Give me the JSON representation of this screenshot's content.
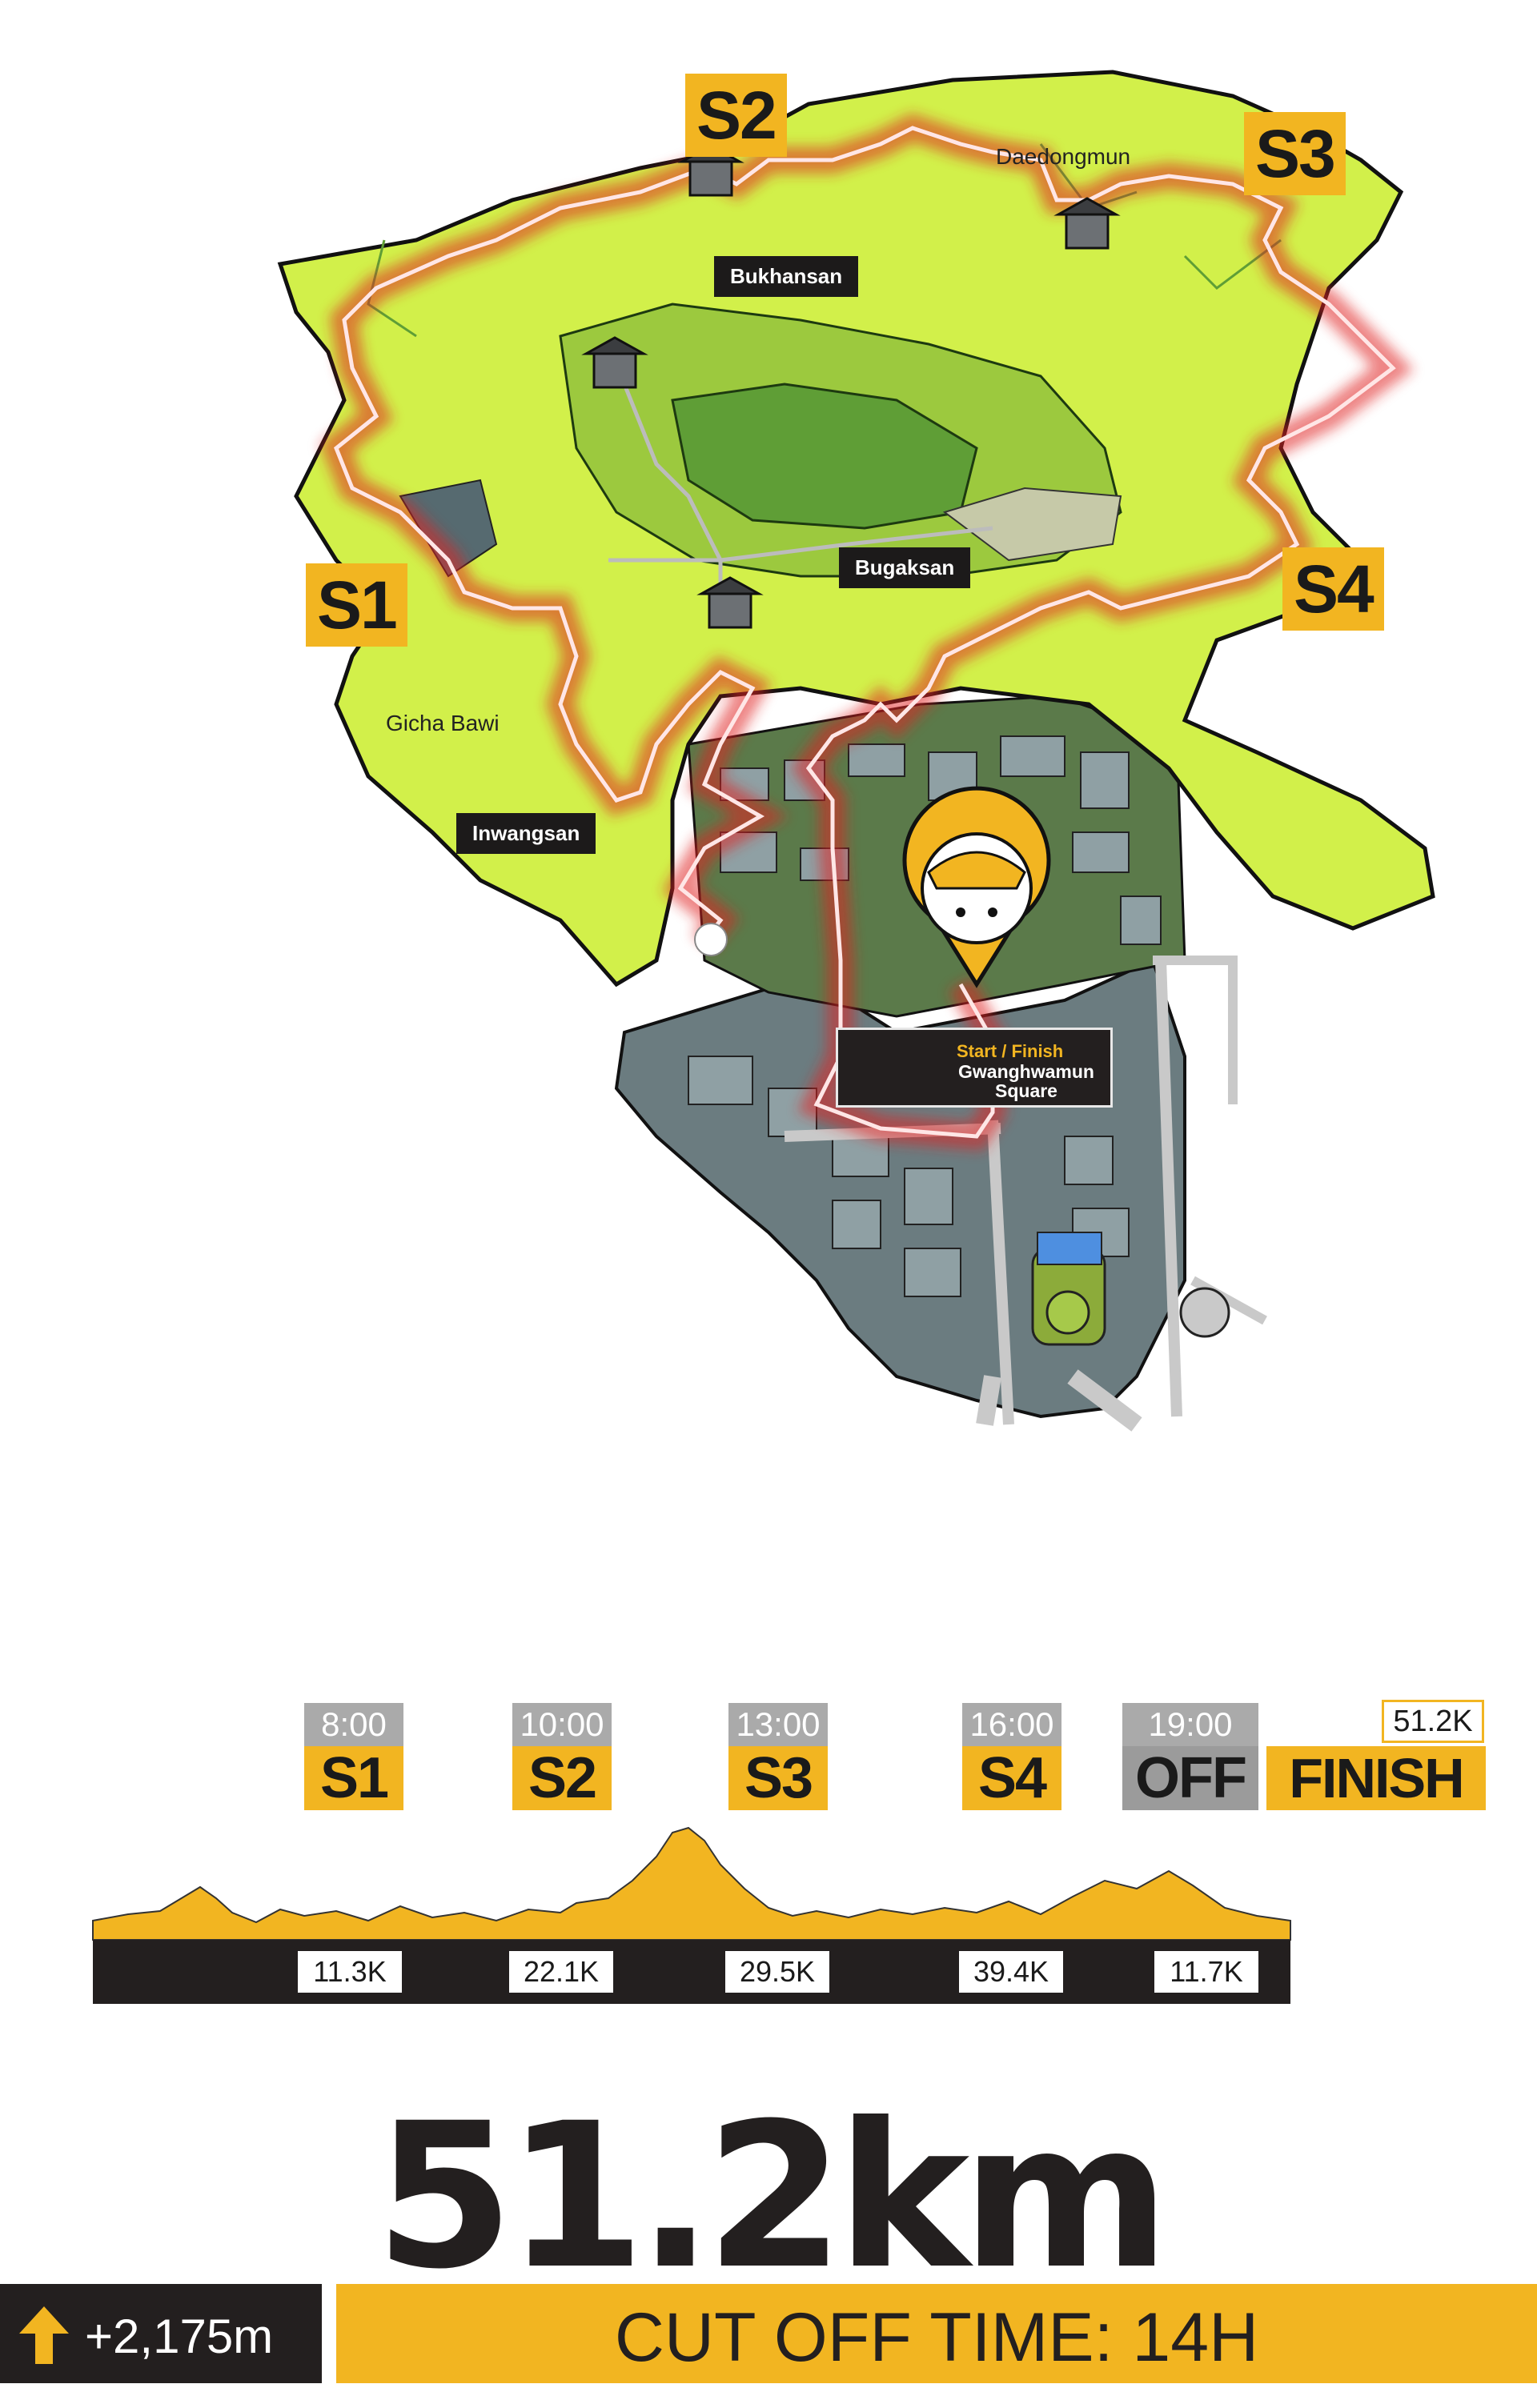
{
  "map": {
    "stage_markers": [
      {
        "id": "S1",
        "label": "S1"
      },
      {
        "id": "S2",
        "label": "S2"
      },
      {
        "id": "S3",
        "label": "S3"
      },
      {
        "id": "S4",
        "label": "S4"
      }
    ],
    "places": {
      "bukhansan": "Bukhansan",
      "daedongmun": "Daedongmun",
      "bugaksan": "Bugaksan",
      "gicha_bawi": "Gicha Bawi",
      "inwangsan": "Inwangsan"
    },
    "start_finish": {
      "caption": "Start / Finish",
      "name": "Gwanghwamun Square"
    },
    "colors": {
      "terrain": "#d2f04a",
      "forest": "#5f9e36",
      "route_glow": "#e02020",
      "city": "#5f7277",
      "marker": "#f2b521"
    },
    "icons": [
      "fortress-gate-icon",
      "mascot-pin-icon",
      "palace-icon"
    ]
  },
  "schedule": {
    "checkpoints": [
      {
        "time": "8:00",
        "label": "S1"
      },
      {
        "time": "10:00",
        "label": "S2"
      },
      {
        "time": "13:00",
        "label": "S3"
      },
      {
        "time": "16:00",
        "label": "S4"
      },
      {
        "time": "19:00",
        "label": "OFF"
      }
    ],
    "finish": {
      "label": "FINISH",
      "distance": "51.2K"
    }
  },
  "profile": {
    "segments": [
      "11.3K",
      "22.1K",
      "29.5K",
      "39.4K",
      "11.7K"
    ],
    "color": "#f2b521"
  },
  "summary": {
    "total_distance": "51.2km",
    "elevation_gain": "+2,175m",
    "cutoff": "CUT OFF TIME: 14H"
  }
}
